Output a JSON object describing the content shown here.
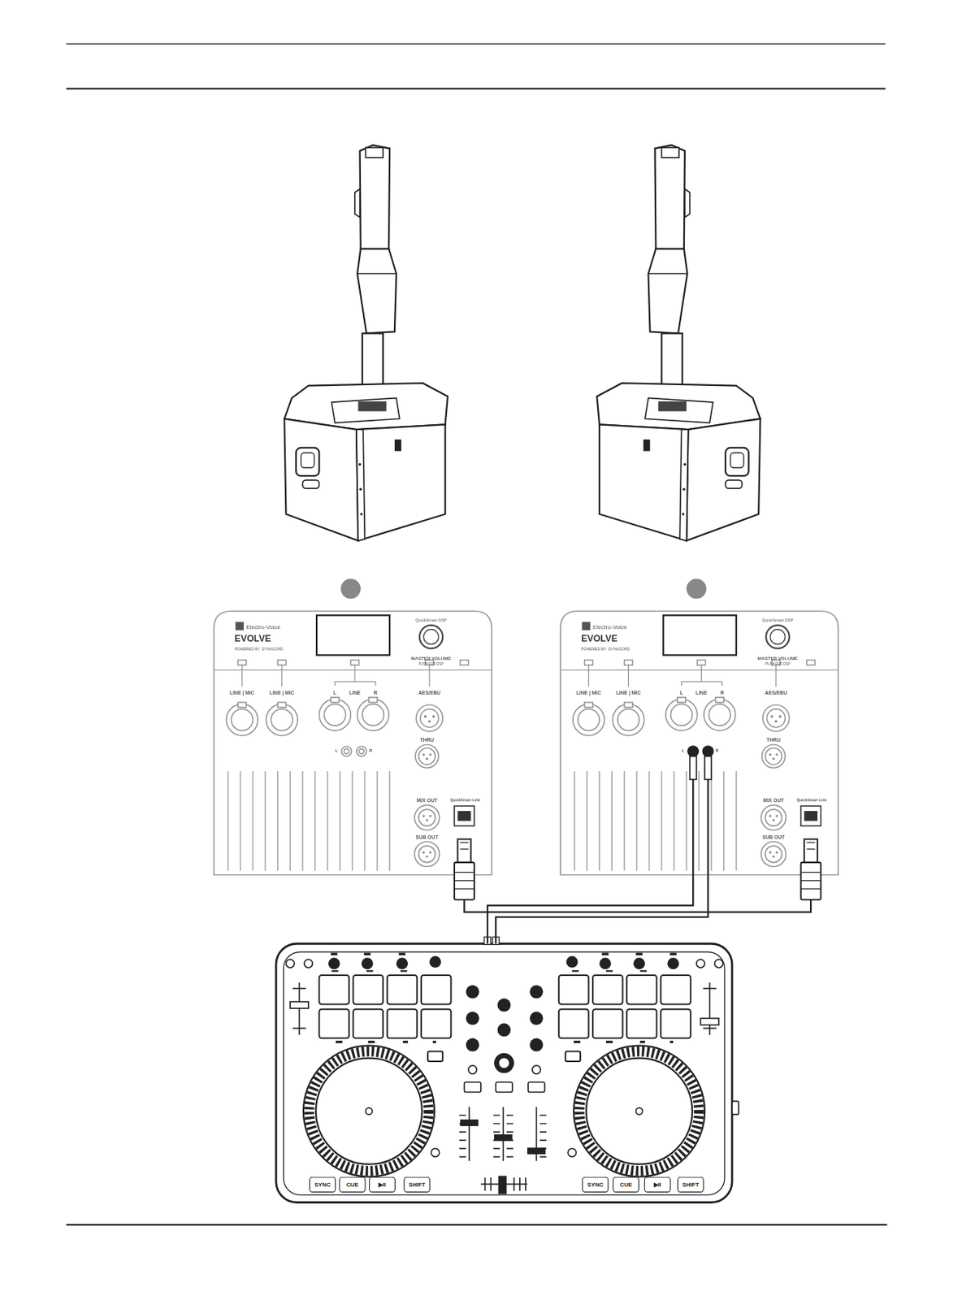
{
  "diagram": {
    "nodes": [
      {
        "text": [
          "Electro-Voice",
          "EVOLVE",
          "POWERED BY",
          "DYNACORD",
          "QuickSmart DSP",
          "MASTER VOLUME",
          "PUSH FOR DSP",
          "LINE | MIC",
          "LINE | MIC",
          "L",
          "LINE",
          "R",
          "AES/EBU",
          "THRU",
          "L",
          "R",
          "MIX OUT",
          "QuickSmart Link",
          "SUB OUT"
        ]
      },
      {
        "text": [
          "Electro-Voice",
          "EVOLVE",
          "POWERED BY",
          "DYNACORD",
          "QuickSmart DSP",
          "MASTER VOLUME",
          "PUSH FOR DSP",
          "LINE | MIC",
          "LINE | MIC",
          "L",
          "LINE",
          "R",
          "AES/EBU",
          "THRU",
          "L",
          "R",
          "MIX OUT",
          "QuickSmart Link",
          "SUB OUT"
        ]
      },
      {
        "text": []
      },
      {
        "text": [
          "SYNC"
        ],
        "in": 2
      },
      {
        "text": [
          "CUE"
        ],
        "in": 2
      },
      {
        "text": [
          "▶II"
        ],
        "in": 2
      },
      {
        "text": [
          "SHIFT"
        ],
        "in": 2
      },
      {
        "text": [
          "SYNC"
        ],
        "in": 2
      },
      {
        "text": [
          "CUE"
        ],
        "in": 2
      },
      {
        "text": [
          "▶II"
        ],
        "in": 2
      },
      {
        "text": [
          "SHIFT"
        ],
        "in": 2
      }
    ],
    "edges": [
      {
        "from": 0,
        "to": 1,
        "arrow": "none"
      },
      {
        "from": 2,
        "to": 1,
        "arrow": "none"
      },
      {
        "from": 2,
        "to": 1,
        "arrow": "none"
      }
    ]
  }
}
